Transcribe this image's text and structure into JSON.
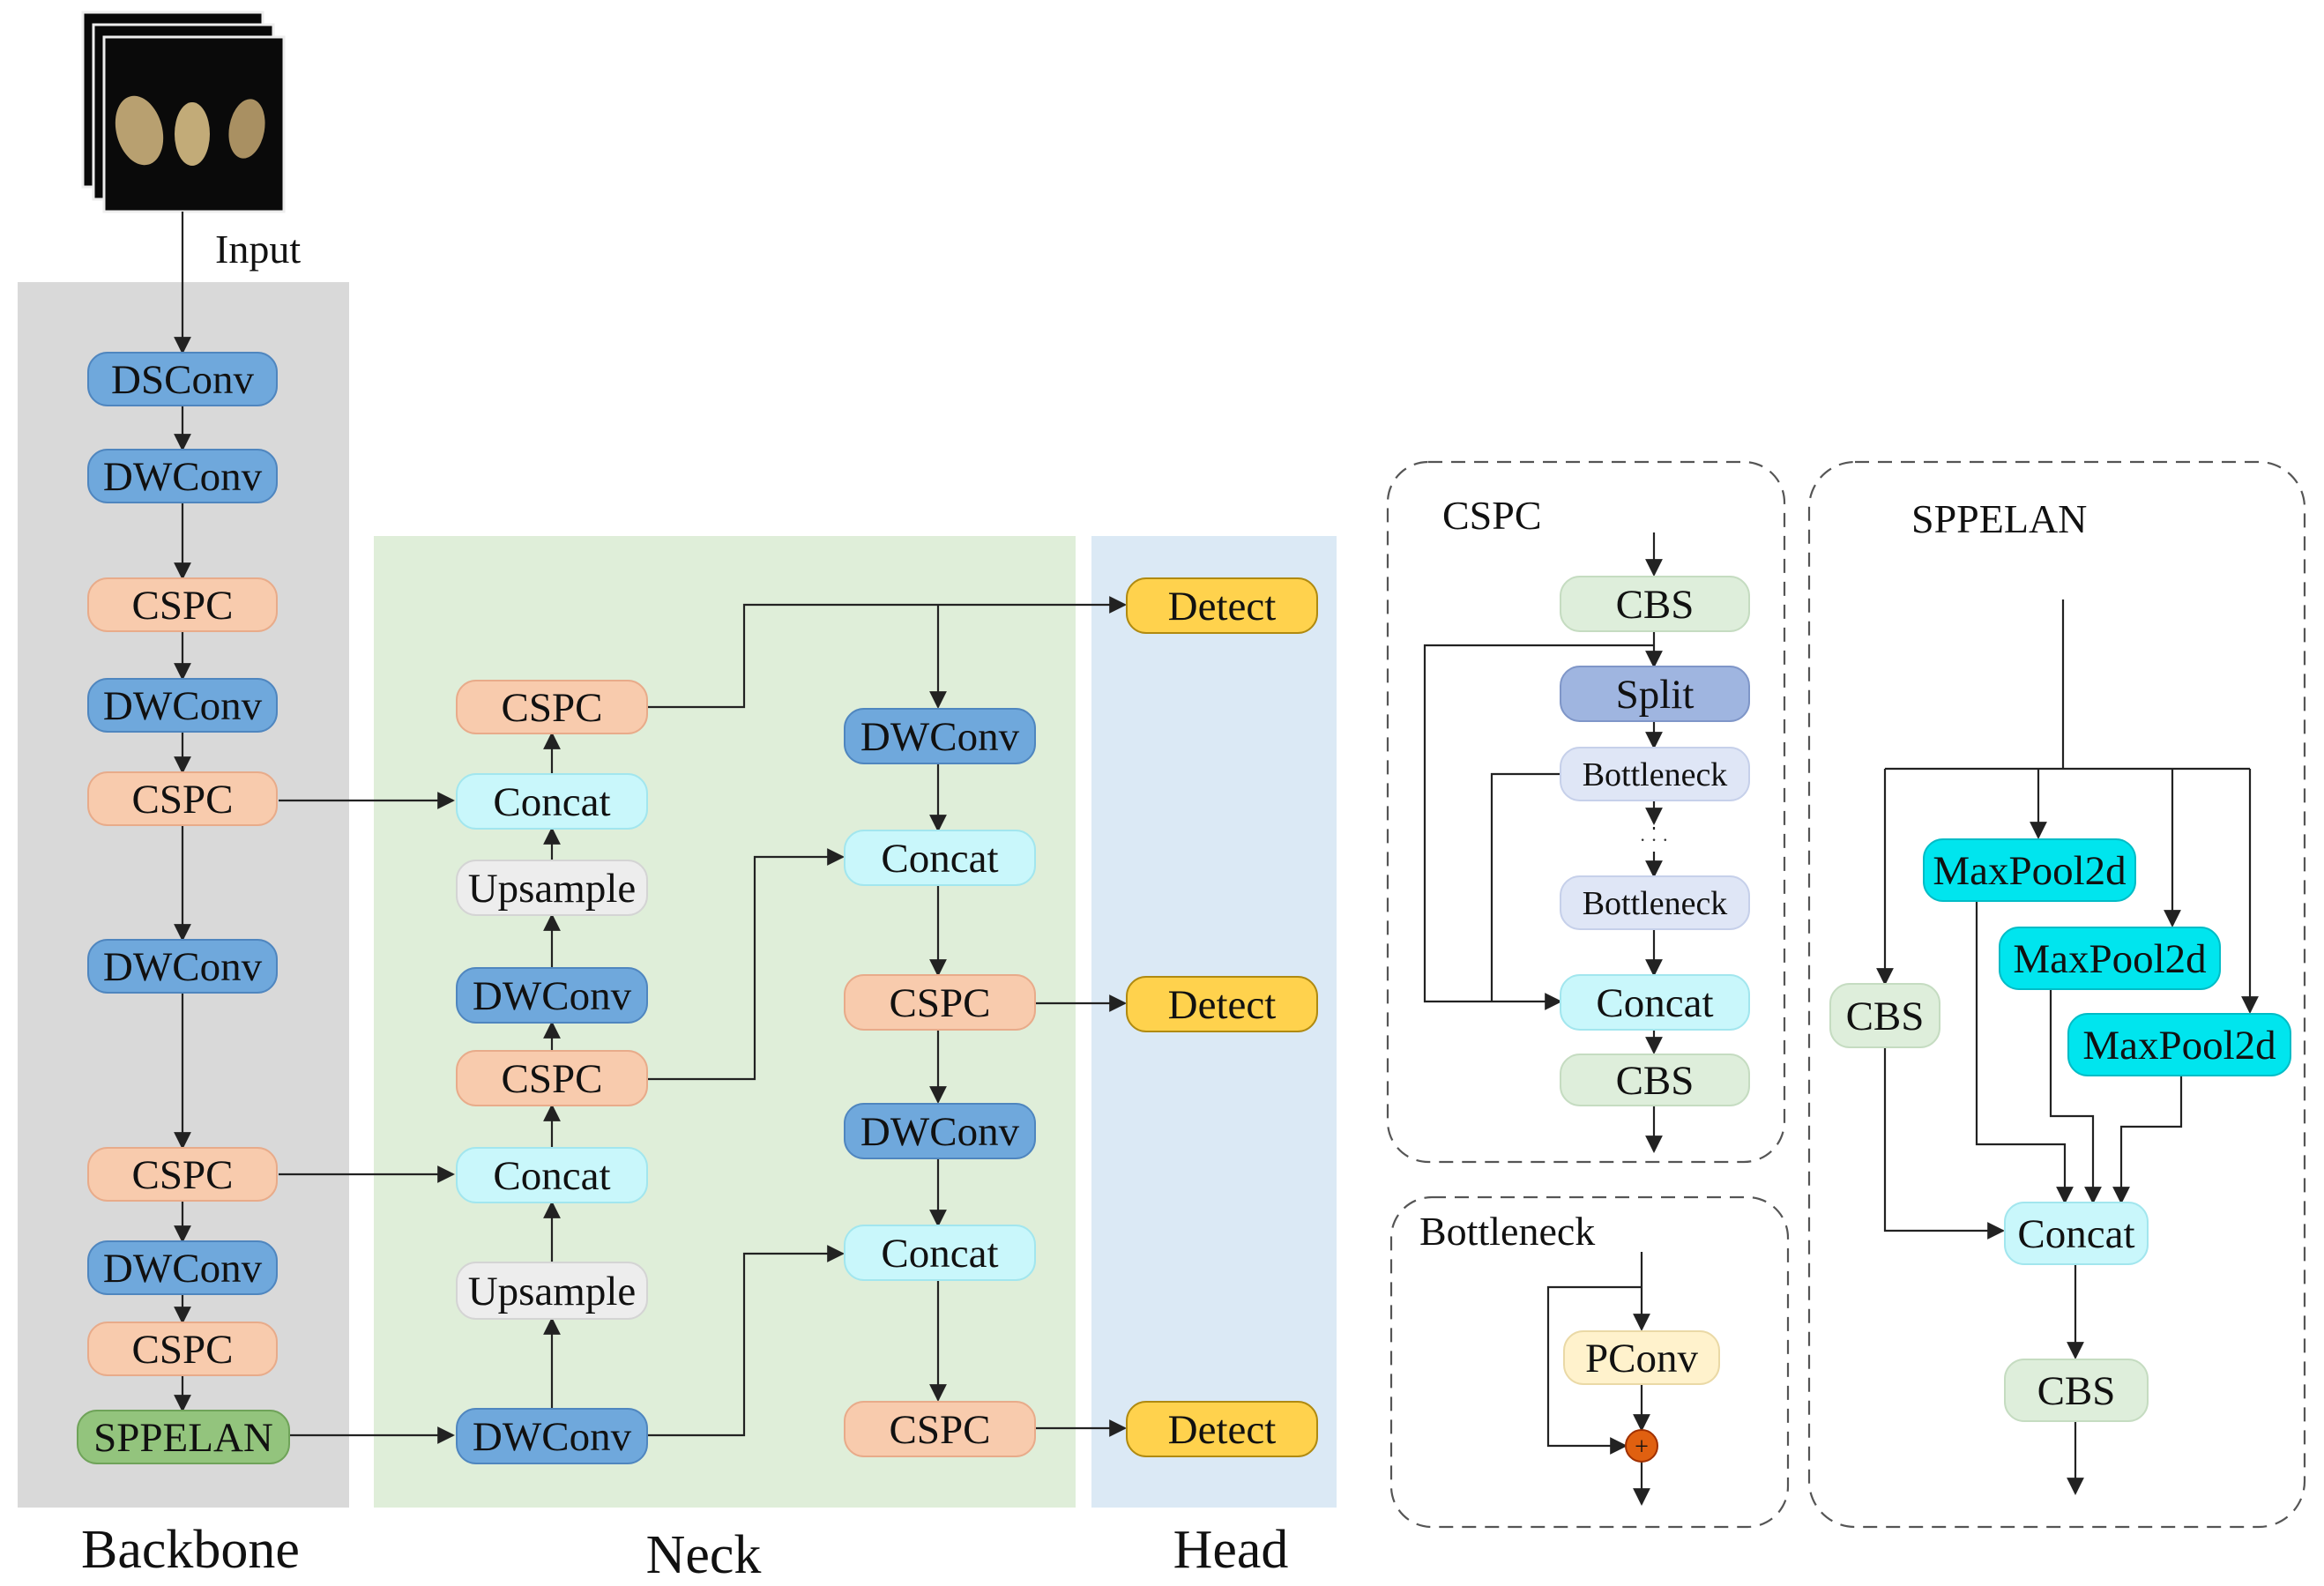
{
  "labels": {
    "input": "Input",
    "backbone": "Backbone",
    "neck": "Neck",
    "head": "Head",
    "cspc_panel": "CSPC",
    "sppelan_panel": "SPPELAN",
    "bottleneck_panel": "Bottleneck",
    "ellipsis": "· · ·",
    "plus": "+"
  },
  "colors": {
    "backbone_bg": "#d9d9d9",
    "neck_bg": "#dfeed9",
    "head_bg": "#dbe9f5",
    "dwconv": "#6fa8dc",
    "cspc": "#f8cbad",
    "concat": "#c9f7fb",
    "upsample": "#ededed",
    "detect": "#ffd24d",
    "sppelan": "#93c47d",
    "cbs": "#deeedb",
    "split": "#9fb5e0",
    "bottleneck": "#dfe6f6",
    "maxpool": "#00e5ee",
    "pconv": "#fff2cc",
    "add": "#e06010"
  },
  "nodes": [
    {
      "id": "bb-dsconv",
      "label": "DSConv",
      "type": "dwconv"
    },
    {
      "id": "bb-dwconv-1",
      "label": "DWConv",
      "type": "dwconv"
    },
    {
      "id": "bb-cspc-1",
      "label": "CSPC",
      "type": "cspc"
    },
    {
      "id": "bb-dwconv-2",
      "label": "DWConv",
      "type": "dwconv"
    },
    {
      "id": "bb-cspc-2",
      "label": "CSPC",
      "type": "cspc"
    },
    {
      "id": "bb-dwconv-3",
      "label": "DWConv",
      "type": "dwconv"
    },
    {
      "id": "bb-cspc-3",
      "label": "CSPC",
      "type": "cspc"
    },
    {
      "id": "bb-dwconv-4",
      "label": "DWConv",
      "type": "dwconv"
    },
    {
      "id": "bb-cspc-4",
      "label": "CSPC",
      "type": "cspc"
    },
    {
      "id": "bb-sppelan",
      "label": "SPPELAN",
      "type": "sppelan"
    },
    {
      "id": "nk-cspc-top",
      "label": "CSPC",
      "type": "cspc"
    },
    {
      "id": "nk-concat-1",
      "label": "Concat",
      "type": "concat"
    },
    {
      "id": "nk-upsample-1",
      "label": "Upsample",
      "type": "upsample"
    },
    {
      "id": "nk-dwconv-1",
      "label": "DWConv",
      "type": "dwconv"
    },
    {
      "id": "nk-cspc-mid",
      "label": "CSPC",
      "type": "cspc"
    },
    {
      "id": "nk-concat-2",
      "label": "Concat",
      "type": "concat"
    },
    {
      "id": "nk-upsample-2",
      "label": "Upsample",
      "type": "upsample"
    },
    {
      "id": "nk-dwconv-bottom",
      "label": "DWConv",
      "type": "dwconv"
    },
    {
      "id": "nk-dwconv-r1",
      "label": "DWConv",
      "type": "dwconv"
    },
    {
      "id": "nk-concat-r1",
      "label": "Concat",
      "type": "concat"
    },
    {
      "id": "nk-cspc-r1",
      "label": "CSPC",
      "type": "cspc"
    },
    {
      "id": "nk-dwconv-r2",
      "label": "DWConv",
      "type": "dwconv"
    },
    {
      "id": "nk-concat-r2",
      "label": "Concat",
      "type": "concat"
    },
    {
      "id": "nk-cspc-r2",
      "label": "CSPC",
      "type": "cspc"
    },
    {
      "id": "hd-detect-1",
      "label": "Detect",
      "type": "detect"
    },
    {
      "id": "hd-detect-2",
      "label": "Detect",
      "type": "detect"
    },
    {
      "id": "hd-detect-3",
      "label": "Detect",
      "type": "detect"
    },
    {
      "id": "cs-cbs-1",
      "label": "CBS",
      "type": "cbs"
    },
    {
      "id": "cs-split",
      "label": "Split",
      "type": "split"
    },
    {
      "id": "cs-bottleneck-1",
      "label": "Bottleneck",
      "type": "bottleneck"
    },
    {
      "id": "cs-bottleneck-2",
      "label": "Bottleneck",
      "type": "bottleneck"
    },
    {
      "id": "cs-concat",
      "label": "Concat",
      "type": "concat"
    },
    {
      "id": "cs-cbs-2",
      "label": "CBS",
      "type": "cbs"
    },
    {
      "id": "bn-pconv",
      "label": "PConv",
      "type": "pconv"
    },
    {
      "id": "sp-maxpool-1",
      "label": "MaxPool2d",
      "type": "maxpool"
    },
    {
      "id": "sp-maxpool-2",
      "label": "MaxPool2d",
      "type": "maxpool"
    },
    {
      "id": "sp-maxpool-3",
      "label": "MaxPool2d",
      "type": "maxpool"
    },
    {
      "id": "sp-cbs-left",
      "label": "CBS",
      "type": "cbs"
    },
    {
      "id": "sp-concat",
      "label": "Concat",
      "type": "concat"
    },
    {
      "id": "sp-cbs-bottom",
      "label": "CBS",
      "type": "cbs"
    }
  ]
}
